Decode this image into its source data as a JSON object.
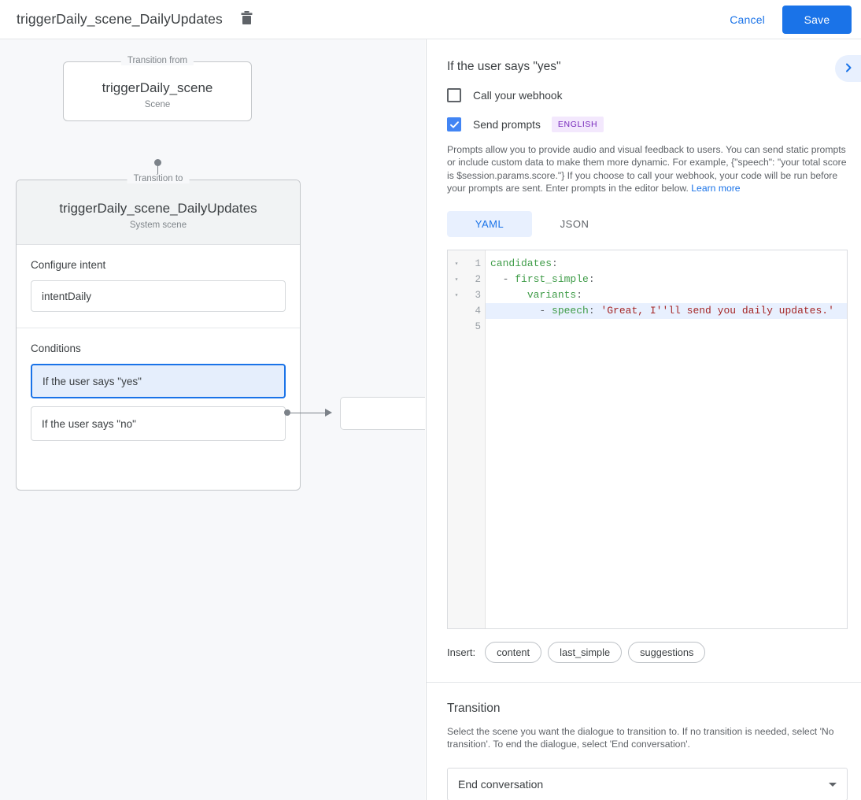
{
  "topbar": {
    "title": "triggerDaily_scene_DailyUpdates",
    "delete_icon": "trash-icon",
    "cancel_label": "Cancel",
    "save_label": "Save"
  },
  "canvas": {
    "from_node": {
      "legend": "Transition from",
      "title": "triggerDaily_scene",
      "subtitle": "Scene"
    },
    "to_node": {
      "legend": "Transition to",
      "title": "triggerDaily_scene_DailyUpdates",
      "subtitle": "System scene"
    },
    "intent": {
      "label": "Configure intent",
      "value": "intentDaily"
    },
    "conditions": {
      "label": "Conditions",
      "items": [
        {
          "text": "If the user says \"yes\"",
          "selected": true
        },
        {
          "text": "If the user says \"no\"",
          "selected": false
        }
      ]
    },
    "next_node": {
      "text": ""
    }
  },
  "panel": {
    "title": "If the user says \"yes\"",
    "collapse_icon": "chevron-right-icon",
    "webhook": {
      "label": "Call your webhook",
      "checked": false
    },
    "prompts": {
      "label": "Send prompts",
      "checked": true,
      "badge": "ENGLISH"
    },
    "description": "Prompts allow you to provide audio and visual feedback to users. You can send static prompts or include custom data to make them more dynamic. For example, {\"speech\": \"your total score is $session.params.score.\"} If you choose to call your webhook, your code will be run before your prompts are sent. Enter prompts in the editor below. ",
    "learn_more": "Learn more",
    "tabs": [
      {
        "label": "YAML",
        "active": true
      },
      {
        "label": "JSON",
        "active": false
      }
    ],
    "editor": {
      "lines": [
        {
          "num": "1",
          "fold": "▾",
          "highlighted": false,
          "tokens": [
            {
              "t": "candidates",
              "c": "k"
            },
            {
              "t": ":",
              "c": "p"
            }
          ]
        },
        {
          "num": "2",
          "fold": "▾",
          "highlighted": false,
          "tokens": [
            {
              "t": "  - ",
              "c": "p"
            },
            {
              "t": "first_simple",
              "c": "k"
            },
            {
              "t": ":",
              "c": "p"
            }
          ]
        },
        {
          "num": "3",
          "fold": "▾",
          "highlighted": false,
          "tokens": [
            {
              "t": "      ",
              "c": "p"
            },
            {
              "t": "variants",
              "c": "k"
            },
            {
              "t": ":",
              "c": "p"
            }
          ]
        },
        {
          "num": "4",
          "fold": "",
          "highlighted": true,
          "tokens": [
            {
              "t": "        - ",
              "c": "p"
            },
            {
              "t": "speech",
              "c": "k"
            },
            {
              "t": ": ",
              "c": "p"
            },
            {
              "t": "'Great, I''ll send you daily updates.'",
              "c": "s"
            }
          ]
        },
        {
          "num": "5",
          "fold": "",
          "highlighted": false,
          "tokens": []
        }
      ]
    },
    "insert": {
      "label": "Insert:",
      "chips": [
        "content",
        "last_simple",
        "suggestions"
      ]
    },
    "transition": {
      "title": "Transition",
      "description": "Select the scene you want the dialogue to transition to. If no transition is needed, select 'No transition'. To end the dialogue, select 'End conversation'.",
      "selected": "End conversation"
    }
  },
  "colors": {
    "accent": "#1a73e8",
    "checkbox_checked": "#4285f4",
    "badge_bg": "#f3e8fd",
    "badge_fg": "#7627bb",
    "canvas_bg": "#f7f8fa",
    "selected_condition_bg": "#e5eefc"
  }
}
